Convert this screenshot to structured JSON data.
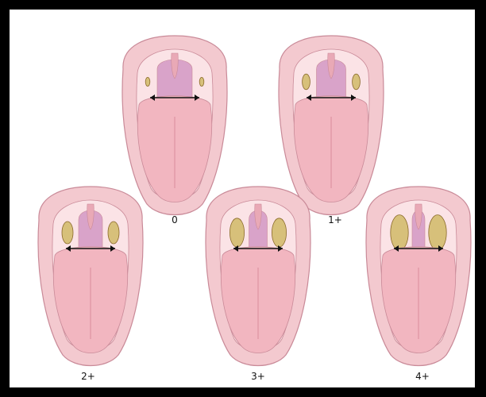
{
  "figure": {
    "panels": [
      {
        "label": "0",
        "tonsil_size": 0.0
      },
      {
        "label": "1+",
        "tonsil_size": 0.25
      },
      {
        "label": "2+",
        "tonsil_size": 0.5
      },
      {
        "label": "3+",
        "tonsil_size": 0.75
      },
      {
        "label": "4+",
        "tonsil_size": 1.0
      }
    ],
    "colors": {
      "background": "#ffffff",
      "border": "#000000",
      "mucosa": "#f3c9cf",
      "mucosa_edge": "#c98a98",
      "tongue": "#f2b6c0",
      "throat": "#d9a3c9",
      "tonsil": "#d7c07a",
      "tonsil_edge": "#8a6a2a",
      "arrow": "#111111"
    }
  }
}
